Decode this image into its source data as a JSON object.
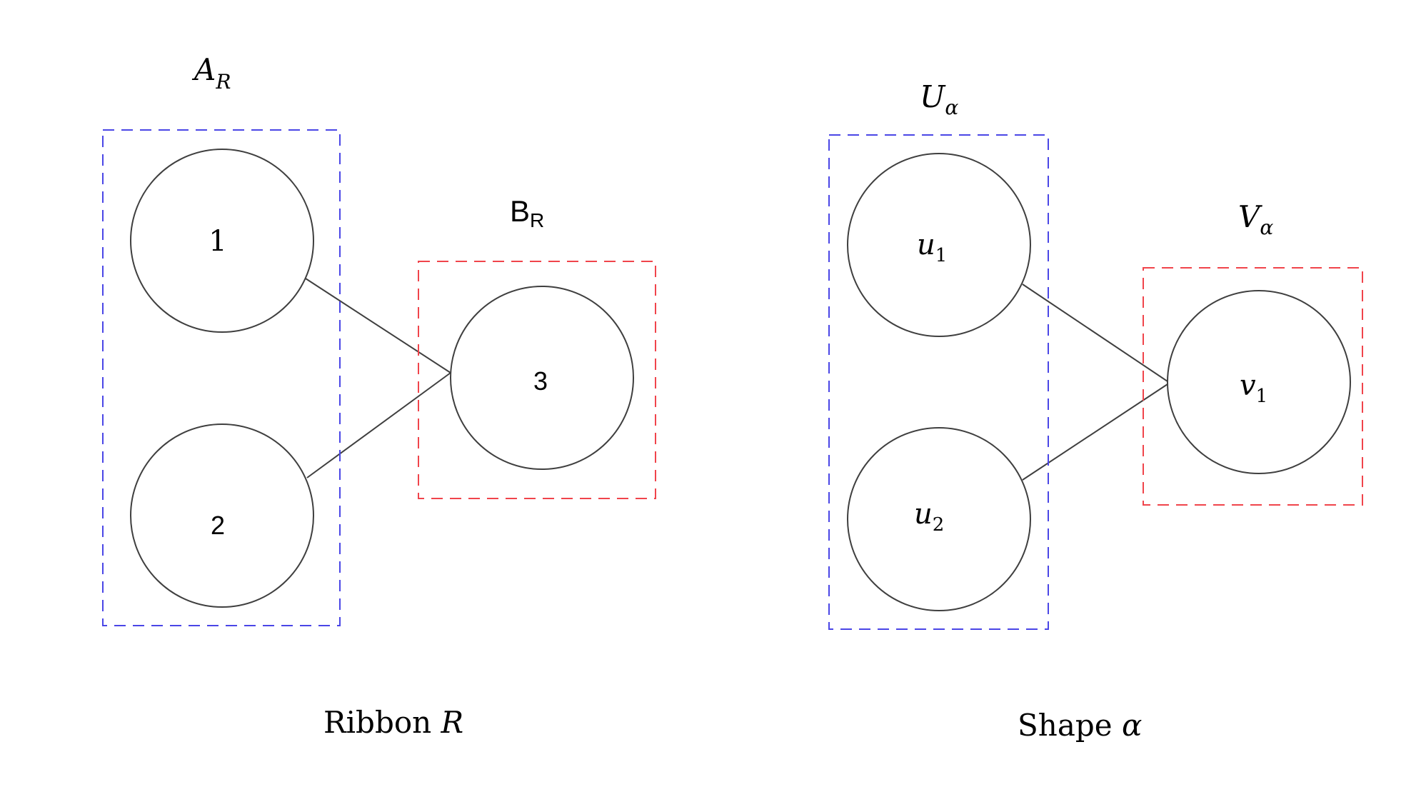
{
  "colors": {
    "set_a": "#4a46e6",
    "set_b": "#f0444b",
    "node_stroke": "#3f3f3f"
  },
  "ribbon": {
    "caption_text": "Ribbon ",
    "caption_var": "R",
    "set_a_main": "A",
    "set_a_sub": "R",
    "set_b_main": "B",
    "set_b_sub": "R",
    "nodes": {
      "n1": "1",
      "n2": "2",
      "n3": "3"
    }
  },
  "shape": {
    "caption_text": "Shape ",
    "caption_var": "α",
    "set_u_main": "U",
    "set_u_sub": "α",
    "set_v_main": "V",
    "set_v_sub": "α",
    "nodes": {
      "u1_main": "u",
      "u1_sub": "1",
      "u2_main": "u",
      "u2_sub": "2",
      "v1_main": "v",
      "v1_sub": "1"
    }
  }
}
